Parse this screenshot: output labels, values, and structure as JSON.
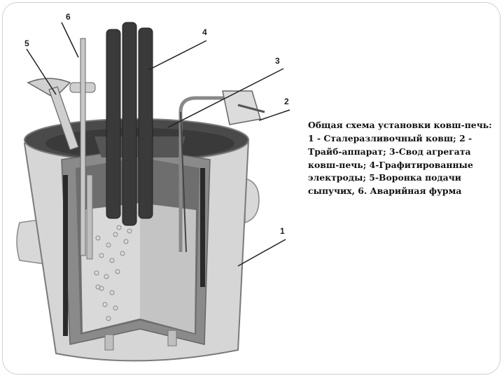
{
  "labels": {
    "l1": "1",
    "l2": "2",
    "l3": "3",
    "l4": "4",
    "l5": "5",
    "l6": "6"
  },
  "caption": "Общая схема установки ковш-печь: 1 - Сталеразливочный ковш; 2 - Трайб-аппарат; 3-Свод агрегата ковш-печь; 4-Графитированные электроды; 5-Воронка подачи сыпучих, 6. Аварийная фурма",
  "colors": {
    "shell": "#d6d6d6",
    "shell_dark": "#a9a9a9",
    "lining": "#7d7d7d",
    "roof": "#3f3f3f",
    "electrode": "#3a3a3a",
    "melt": "#cbcbcb"
  }
}
